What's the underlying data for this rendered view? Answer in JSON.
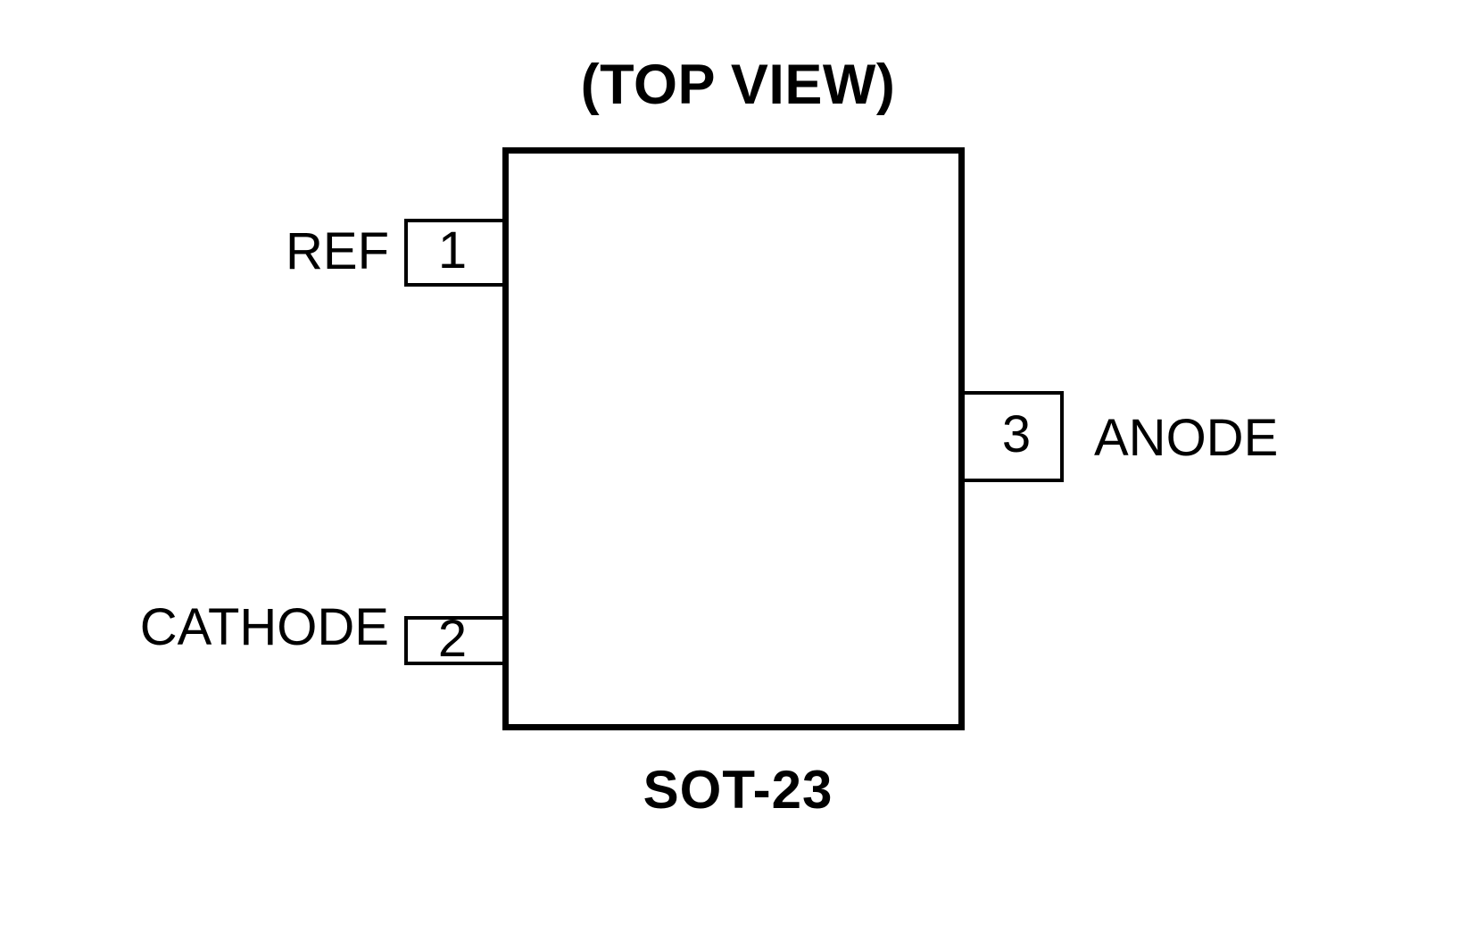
{
  "diagram": {
    "title": "(TOP VIEW)",
    "package_name": "SOT-23",
    "body_color": "#ffffff",
    "line_color": "#000000",
    "background_color": "#ffffff",
    "pins": [
      {
        "number": "1",
        "name": "REF",
        "side": "left"
      },
      {
        "number": "2",
        "name": "CATHODE",
        "side": "left"
      },
      {
        "number": "3",
        "name": "ANODE",
        "side": "right"
      }
    ]
  }
}
